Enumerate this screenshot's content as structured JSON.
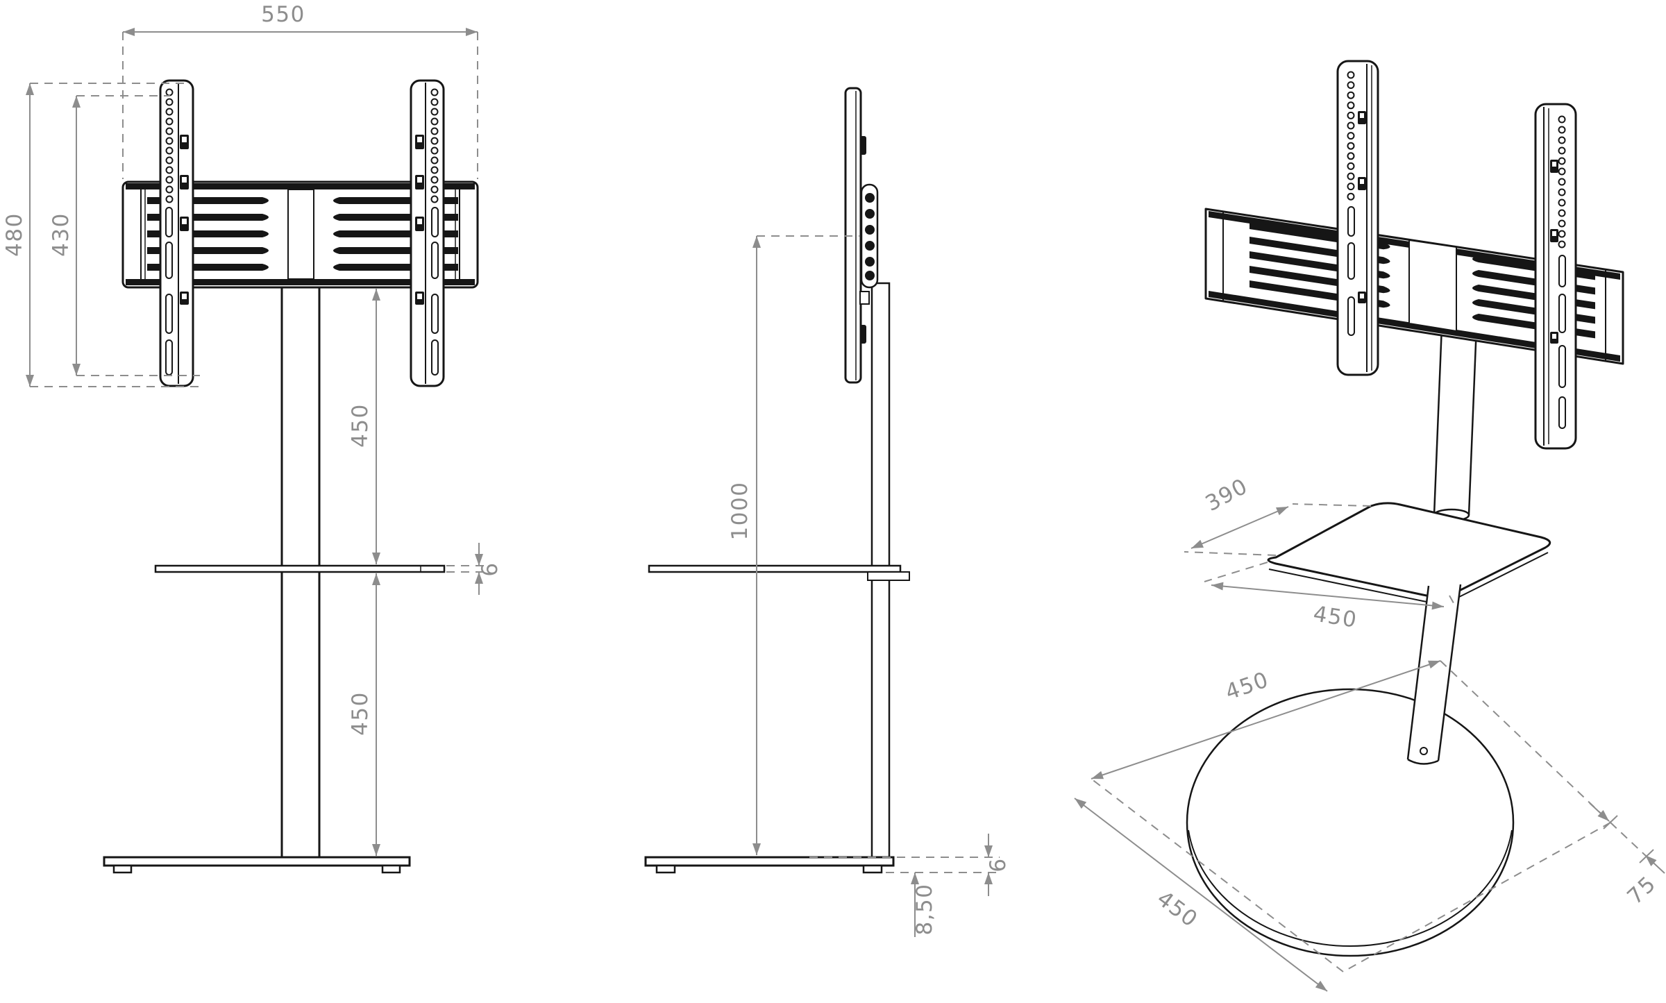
{
  "title": "TV floor stand dimensional technical drawing (front, side, perspective views)",
  "style": {
    "line_color": "#161616",
    "dim_color": "#8d8d8d",
    "background": "#ffffff"
  },
  "front_view": {
    "dims": {
      "top_width": "550",
      "outer_height": "480",
      "bracket_height": "430",
      "upper_column": "450",
      "shelf_thickness": "6",
      "lower_column": "450"
    }
  },
  "side_view": {
    "dims": {
      "column_height": "1000",
      "base_total_height": "8,50",
      "base_plate_thickness": "6"
    }
  },
  "perspective_view": {
    "dims": {
      "shelf_depth": "390",
      "shelf_width": "450",
      "base_depth": "450",
      "base_corner_offset": "75",
      "base_width": "450"
    }
  }
}
